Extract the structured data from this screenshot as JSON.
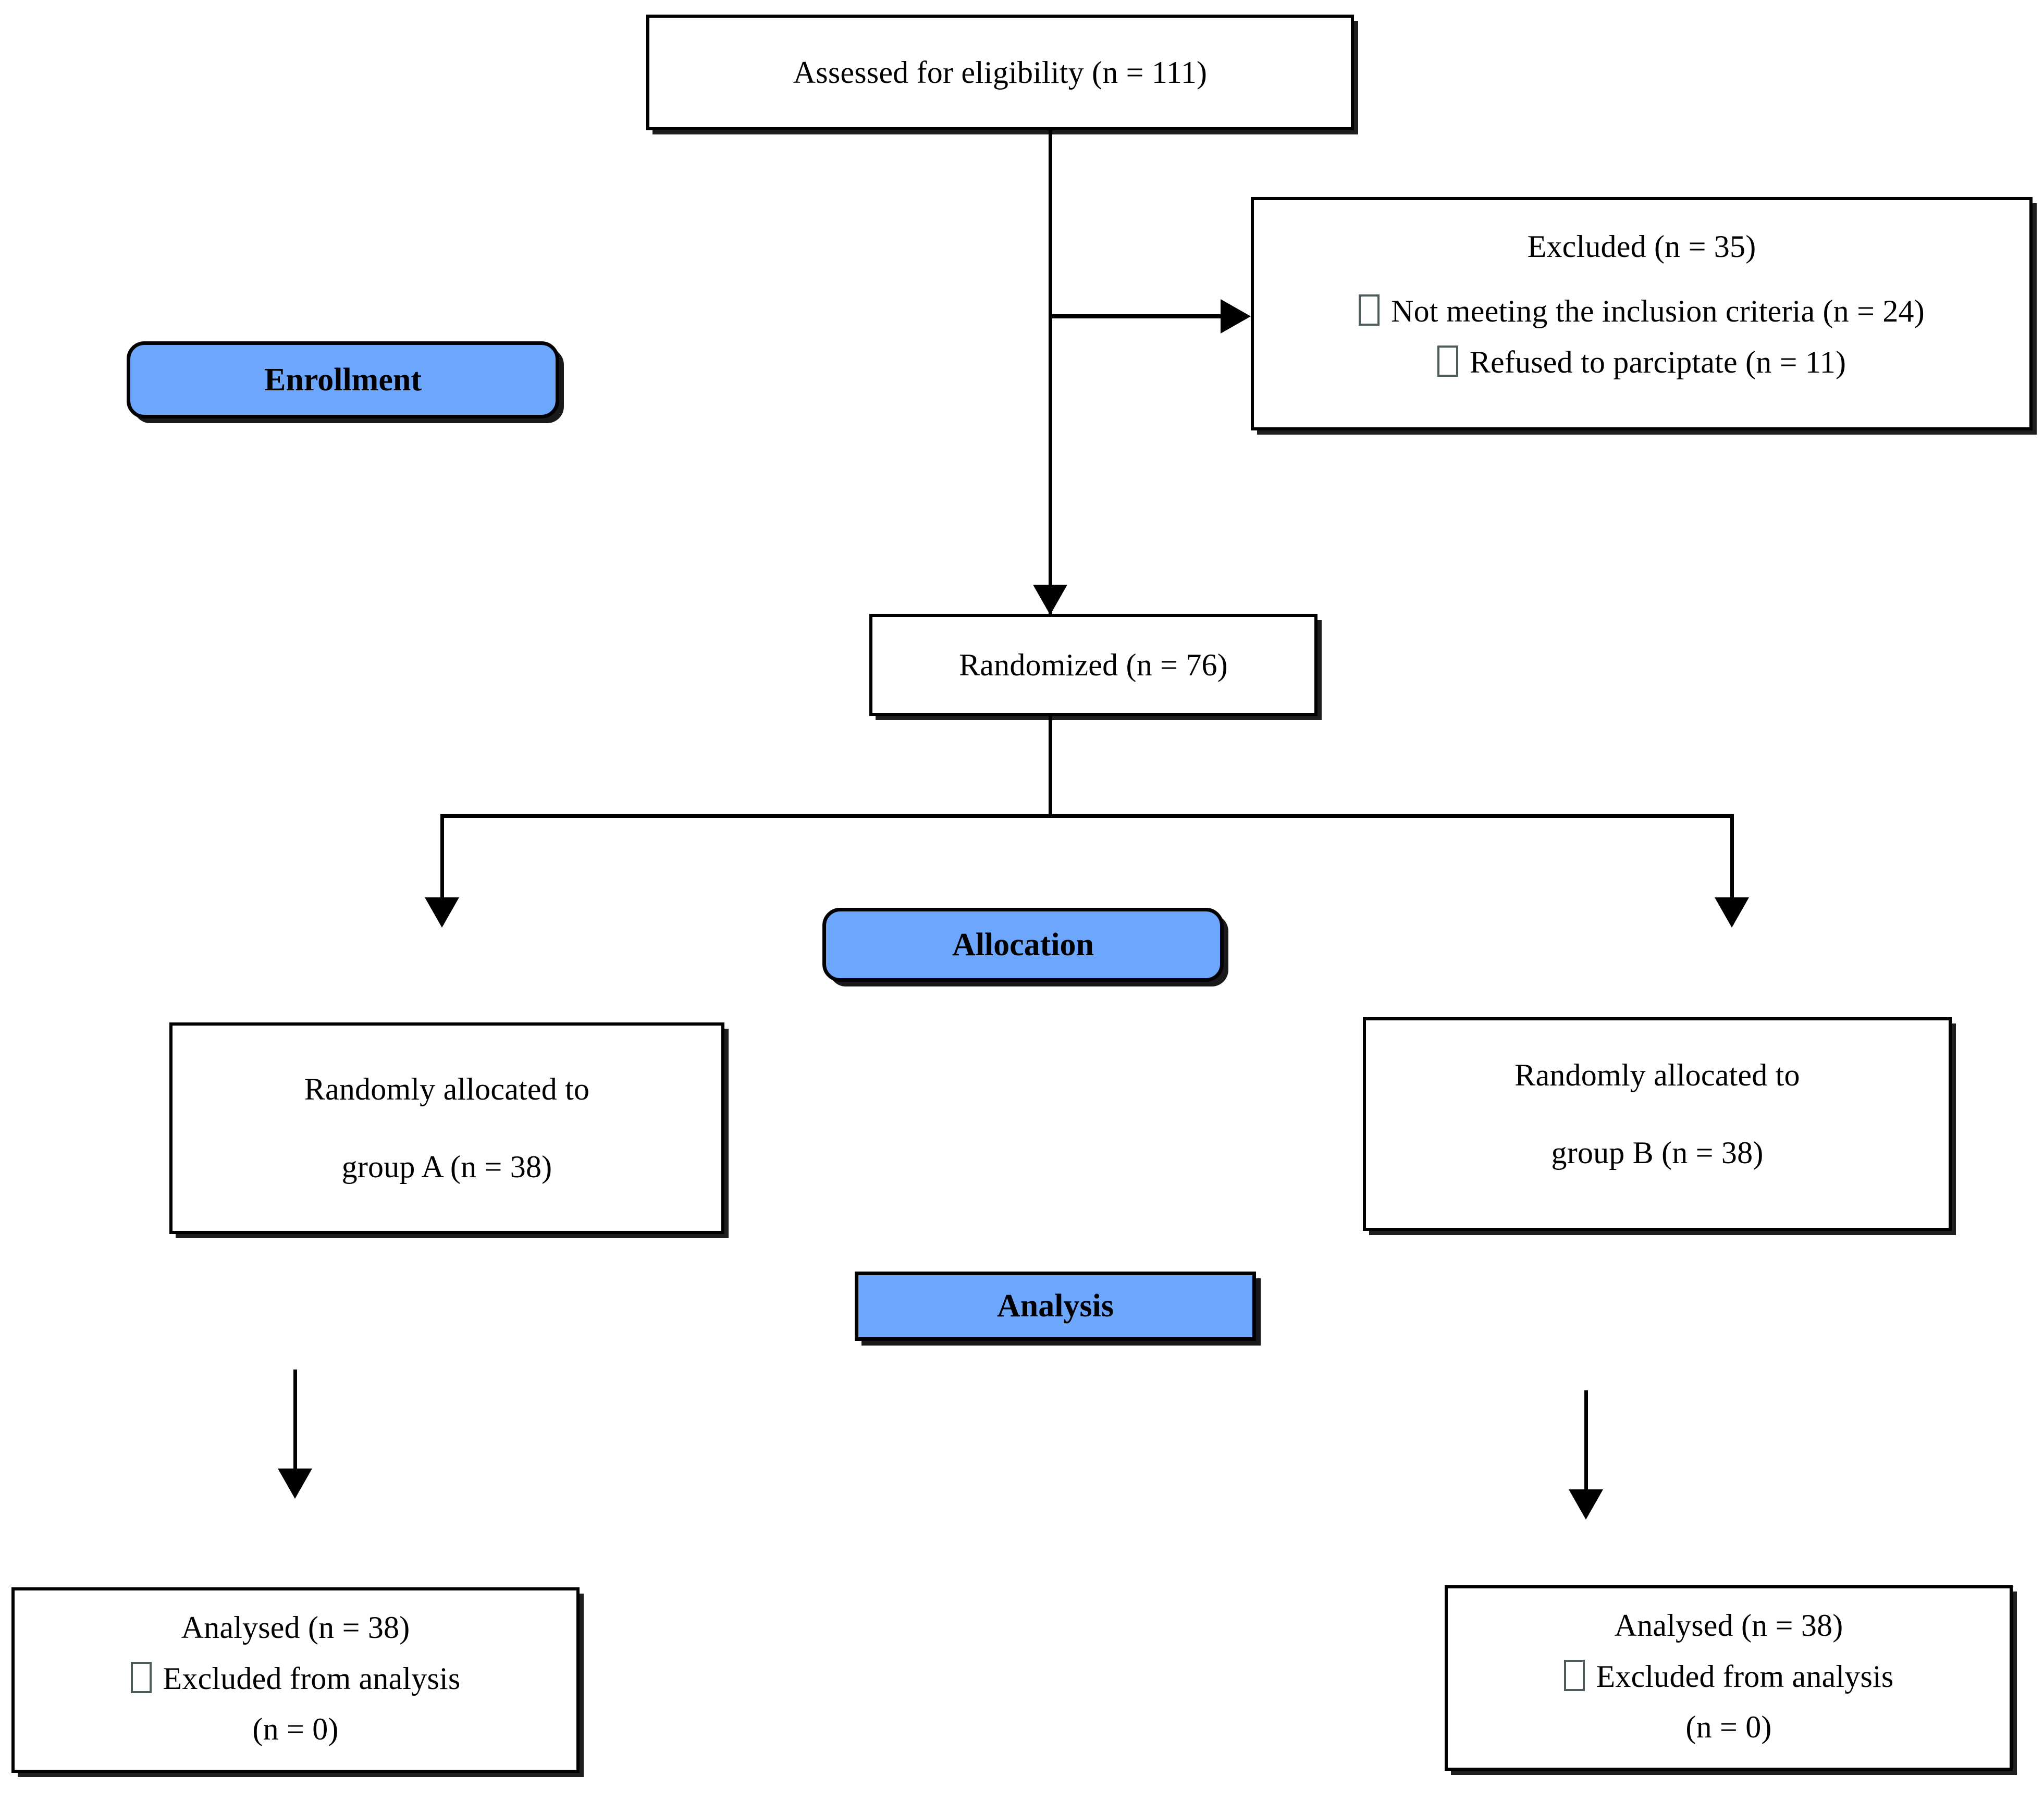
{
  "diagram": {
    "title": "CONSORT participant flow diagram",
    "accent_color": "#6ca6fd",
    "line_color": "#000000",
    "background": "#ffffff"
  },
  "banners": {
    "enrollment": "Enrollment",
    "allocation": "Allocation",
    "analysis": "Analysis"
  },
  "boxes": {
    "assessed": {
      "line1": "Assessed for eligibility (n = 111)"
    },
    "excluded": {
      "heading": "Excluded (n = 35)",
      "reason1": "Not meeting the inclusion criteria (n = 24)",
      "reason2": "Refused to parciptate (n = 11)"
    },
    "randomized": {
      "line1": "Randomized (n = 76)"
    },
    "allocated_a": {
      "line1": "Randomly allocated to",
      "line2": "group A (n = 38)"
    },
    "allocated_b": {
      "line1": "Randomly allocated to",
      "line2": "group B (n = 38)"
    },
    "analysed_a": {
      "line1": "Analysed (n = 38)",
      "line2": "Excluded from analysis",
      "line3": "(n = 0)"
    },
    "analysed_b": {
      "line1": "Analysed (n = 38)",
      "line2": "Excluded from analysis",
      "line3": "(n = 0)"
    }
  },
  "chart_data": {
    "type": "diagram",
    "title": "CONSORT flow of participants",
    "stages": [
      "Enrollment",
      "Allocation",
      "Analysis"
    ],
    "nodes": [
      {
        "id": "assessed",
        "stage": "Enrollment",
        "label": "Assessed for eligibility",
        "n": 111
      },
      {
        "id": "excluded",
        "stage": "Enrollment",
        "label": "Excluded",
        "n": 35,
        "reasons": [
          {
            "label": "Not meeting the inclusion criteria",
            "n": 24
          },
          {
            "label": "Refused to parciptate",
            "n": 11
          }
        ]
      },
      {
        "id": "randomized",
        "stage": "Enrollment",
        "label": "Randomized",
        "n": 76
      },
      {
        "id": "allocated_a",
        "stage": "Allocation",
        "label": "Randomly allocated to group A",
        "n": 38
      },
      {
        "id": "allocated_b",
        "stage": "Allocation",
        "label": "Randomly allocated to group B",
        "n": 38
      },
      {
        "id": "analysed_a",
        "stage": "Analysis",
        "label": "Analysed",
        "n": 38,
        "excluded_from_analysis": 0
      },
      {
        "id": "analysed_b",
        "stage": "Analysis",
        "label": "Analysed",
        "n": 38,
        "excluded_from_analysis": 0
      }
    ],
    "edges": [
      {
        "from": "assessed",
        "to": "excluded",
        "direction": "right"
      },
      {
        "from": "assessed",
        "to": "randomized",
        "direction": "down"
      },
      {
        "from": "randomized",
        "to": "allocated_a",
        "direction": "down-left"
      },
      {
        "from": "randomized",
        "to": "allocated_b",
        "direction": "down-right"
      },
      {
        "from": "allocated_a",
        "to": "analysed_a",
        "direction": "down"
      },
      {
        "from": "allocated_b",
        "to": "analysed_b",
        "direction": "down"
      }
    ]
  }
}
